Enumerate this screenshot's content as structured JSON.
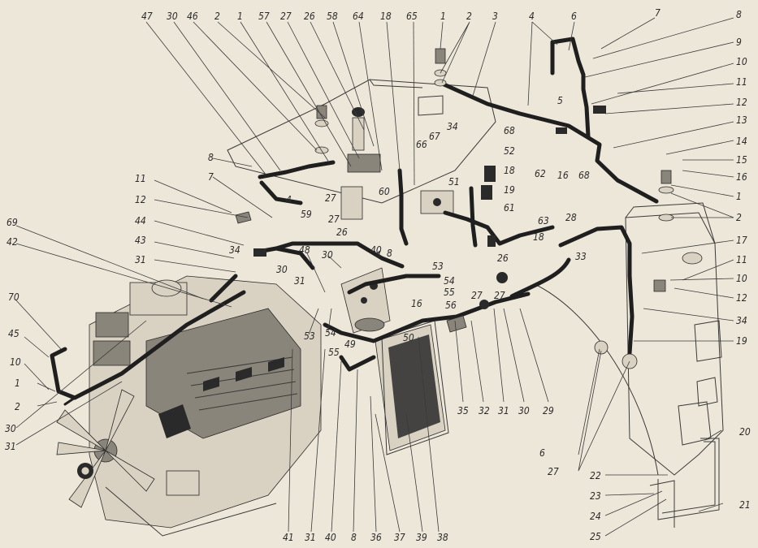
{
  "callouts": [
    "1",
    "2",
    "3",
    "4",
    "5",
    "6",
    "7",
    "8",
    "9",
    "10",
    "11",
    "12",
    "13",
    "14",
    "15",
    "16",
    "17",
    "18",
    "19",
    "20",
    "21",
    "22",
    "23",
    "24",
    "25",
    "26",
    "27",
    "28",
    "29",
    "30",
    "31",
    "32",
    "33",
    "34",
    "35",
    "36",
    "37",
    "38",
    "39",
    "40",
    "41",
    "42",
    "43",
    "44",
    "45",
    "46",
    "47",
    "48",
    "49",
    "50",
    "51",
    "52",
    "53",
    "54",
    "55",
    "56",
    "57",
    "58",
    "59",
    "60",
    "61",
    "62",
    "63",
    "64",
    "65",
    "66",
    "67",
    "68",
    "69",
    "70"
  ]
}
